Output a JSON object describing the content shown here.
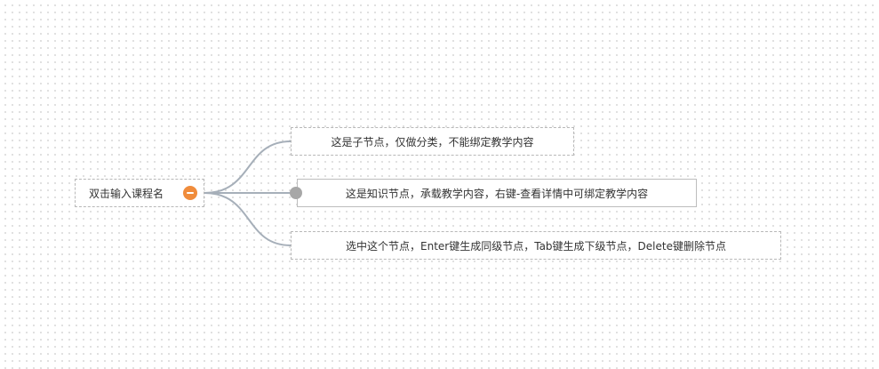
{
  "mindmap": {
    "root": {
      "label": "双击输入课程名",
      "collapse_icon": "minus-circle-icon",
      "collapse_color": "#f08c3c"
    },
    "children": [
      {
        "label": "这是子节点，仅做分类，不能绑定教学内容",
        "border": "dashed"
      },
      {
        "label": "这是知识节点，承载教学内容，右键-查看详情中可绑定教学内容",
        "border": "solid",
        "selected": true
      },
      {
        "label": "选中这个节点，Enter键生成同级节点，Tab键生成下级节点，Delete键删除节点",
        "border": "dashed"
      }
    ],
    "connector_color": "#a6afb9",
    "grid_dot_color": "#d9d9d9"
  }
}
